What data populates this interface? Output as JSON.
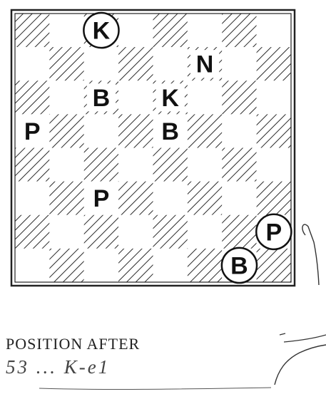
{
  "board": {
    "files": 8,
    "ranks": 8,
    "light_color": "#ffffff",
    "dark_hatch_color": "#2a2a2a",
    "pieces": [
      {
        "glyph": "K",
        "file": 3,
        "rank": 8,
        "circled": true
      },
      {
        "glyph": "N",
        "file": 6,
        "rank": 7,
        "circled": false
      },
      {
        "glyph": "B",
        "file": 3,
        "rank": 6,
        "circled": false
      },
      {
        "glyph": "K",
        "file": 5,
        "rank": 6,
        "circled": false
      },
      {
        "glyph": "P",
        "file": 1,
        "rank": 5,
        "circled": false
      },
      {
        "glyph": "B",
        "file": 5,
        "rank": 5,
        "circled": false
      },
      {
        "glyph": "P",
        "file": 3,
        "rank": 3,
        "circled": false
      },
      {
        "glyph": "P",
        "file": 8,
        "rank": 2,
        "circled": true
      },
      {
        "glyph": "B",
        "file": 7,
        "rank": 1,
        "circled": true
      }
    ]
  },
  "caption": {
    "title": "POSITION AFTER",
    "move": "53 ... K-e1"
  }
}
